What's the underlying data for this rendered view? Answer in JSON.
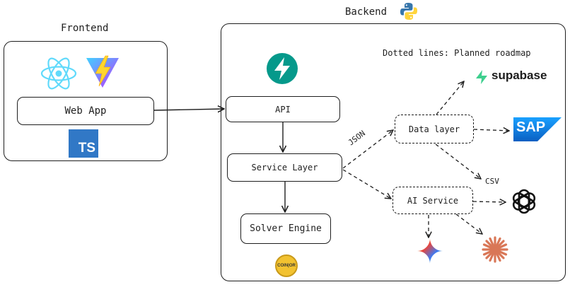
{
  "frontend": {
    "title": "Frontend",
    "web_app_label": "Web App",
    "icons": [
      "react-icon",
      "vite-icon",
      "typescript-icon"
    ],
    "ts_badge": "TS"
  },
  "backend": {
    "title": "Backend",
    "note": "Dotted lines: Planned roadmap",
    "api_label": "API",
    "service_layer_label": "Service Layer",
    "solver_engine_label": "Solver Engine",
    "data_layer_label": "Data layer",
    "ai_service_label": "AI Service",
    "icons": [
      "python-icon",
      "fastapi-icon",
      "coin-or-icon",
      "supabase-icon",
      "sap-icon",
      "openai-icon",
      "gemini-icon",
      "claude-icon"
    ],
    "coin_logo_text": "COIN|OR"
  },
  "edges": {
    "json_label": "JSON",
    "csv_label": "CSV"
  },
  "logos": {
    "supabase_text": "supabase",
    "sap_text": "SAP"
  },
  "colors": {
    "stroke": "#1e1e1e",
    "react": "#61dafb",
    "vite_purple": "#8f5cff",
    "vite_yellow": "#ffd62e",
    "typescript": "#3178c6",
    "fastapi": "#05998b",
    "python_blue": "#3776ab",
    "python_yellow": "#ffd43b",
    "supabase": "#3ecf8e",
    "sap": "#0a6ed1",
    "claude": "#d97757",
    "coin": "#f2c230"
  }
}
